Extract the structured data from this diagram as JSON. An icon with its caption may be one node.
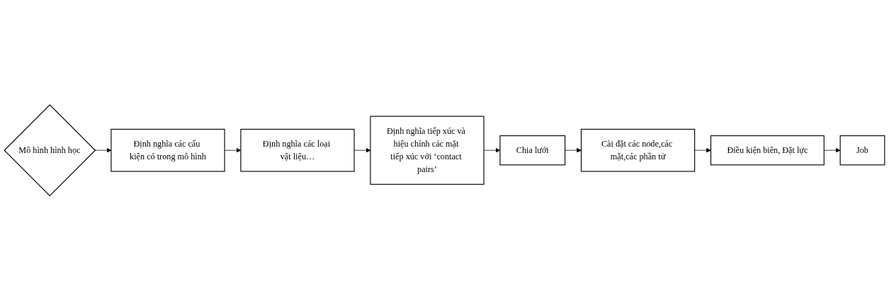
{
  "diagram": {
    "nodes": [
      {
        "text": [
          "Mô hình hình học"
        ]
      },
      {
        "text": [
          "Định nghĩa các cấu kiện có trong mô hình"
        ]
      },
      {
        "text": [
          "Định nghĩa các loại vật liệu…"
        ]
      },
      {
        "text": [
          "Định nghĩa tiếp xúc và hiệu chỉnh các mặt tiếp xúc với ‘contact pairs’"
        ]
      },
      {
        "text": [
          "Chia lưới"
        ]
      },
      {
        "text": [
          "Cài đặt các node,các mặt,các phần tử"
        ]
      },
      {
        "text": [
          "Điều kiện biên, Đặt lực"
        ]
      },
      {
        "text": [
          "Job"
        ]
      }
    ],
    "edges": [
      {
        "from": 0,
        "to": 1,
        "arrow": "to"
      },
      {
        "from": 1,
        "to": 2,
        "arrow": "to"
      },
      {
        "from": 2,
        "to": 3,
        "arrow": "to"
      },
      {
        "from": 3,
        "to": 4,
        "arrow": "to"
      },
      {
        "from": 4,
        "to": 5,
        "arrow": "to"
      },
      {
        "from": 5,
        "to": 6,
        "arrow": "to"
      },
      {
        "from": 6,
        "to": 7,
        "arrow": "to"
      }
    ]
  }
}
